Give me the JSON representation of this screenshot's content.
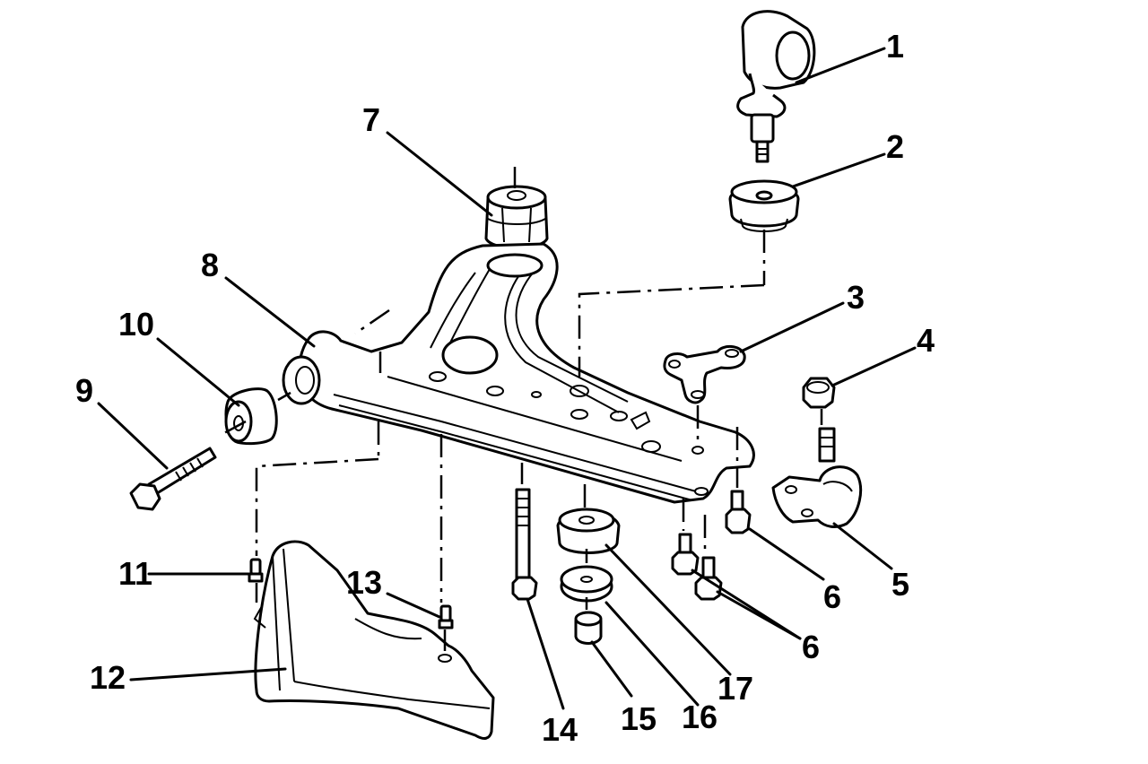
{
  "callouts": [
    "1",
    "2",
    "3",
    "4",
    "5",
    "6",
    "6",
    "7",
    "8",
    "9",
    "10",
    "11",
    "12",
    "13",
    "14",
    "15",
    "16",
    "17"
  ]
}
